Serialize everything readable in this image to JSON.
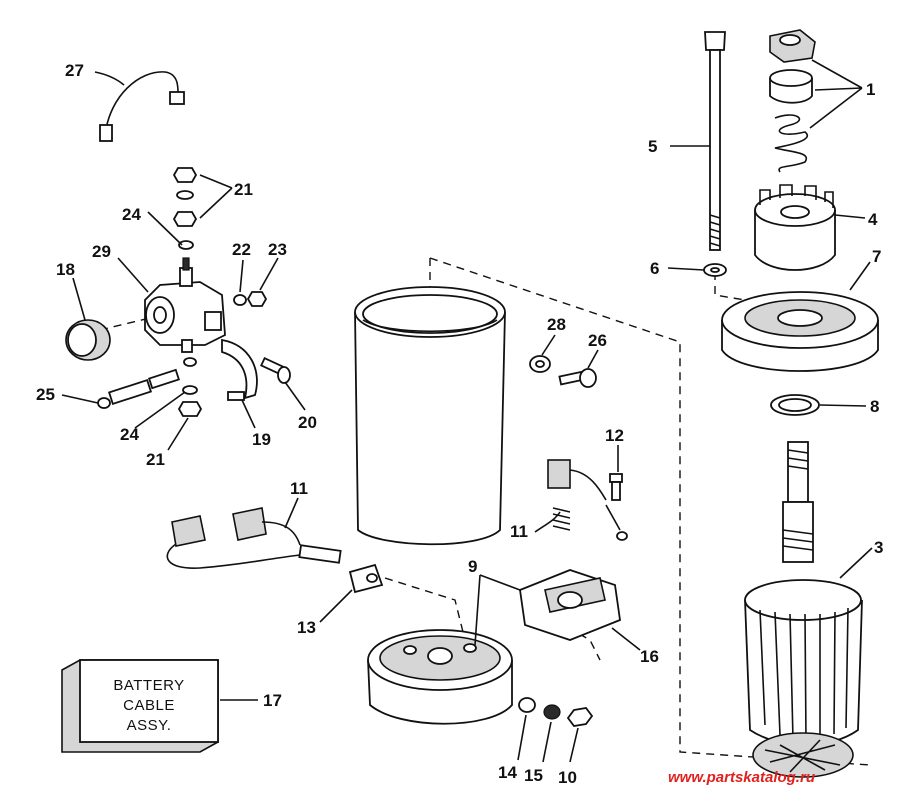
{
  "callouts": {
    "c1": "1",
    "c3": "3",
    "c4": "4",
    "c5": "5",
    "c6": "6",
    "c7": "7",
    "c8": "8",
    "c9": "9",
    "c10": "10",
    "c11a": "11",
    "c11b": "11",
    "c12": "12",
    "c13": "13",
    "c14": "14",
    "c15": "15",
    "c16": "16",
    "c17": "17",
    "c18": "18",
    "c19": "19",
    "c20": "20",
    "c21a": "21",
    "c21b": "21",
    "c22": "22",
    "c23": "23",
    "c24a": "24",
    "c24b": "24",
    "c25": "25",
    "c26": "26",
    "c27": "27",
    "c28": "28",
    "c29": "29"
  },
  "battery_box": {
    "line1": "BATTERY",
    "line2": "CABLE",
    "line3": "ASSY."
  },
  "watermark": "www.partskatalog.ru"
}
